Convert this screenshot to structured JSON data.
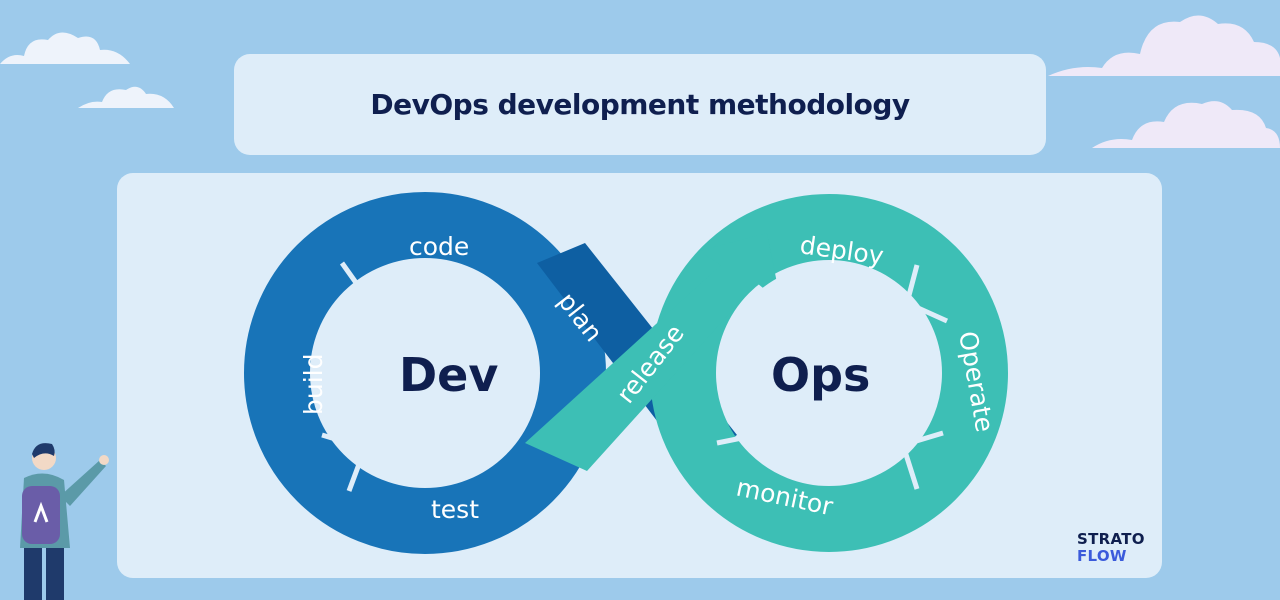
{
  "title": "DevOps development methodology",
  "center_labels": {
    "dev": "Dev",
    "ops": "Ops"
  },
  "stages": {
    "code": "code",
    "plan": "plan",
    "build": "build",
    "test": "test",
    "release": "release",
    "deploy": "deploy",
    "operate": "Operate",
    "monitor": "monitor"
  },
  "logo": {
    "line1": "STRATO",
    "line2": "FLOW"
  },
  "colors": {
    "background": "#9dcaeb",
    "panel": "#deedf9",
    "dev_blue": "#1874b8",
    "dev_blue_dark": "#0e5fa2",
    "ops_teal": "#3dbfb5",
    "ops_teal_dark": "#2aa89f",
    "text_dark": "#0f1f4f"
  }
}
